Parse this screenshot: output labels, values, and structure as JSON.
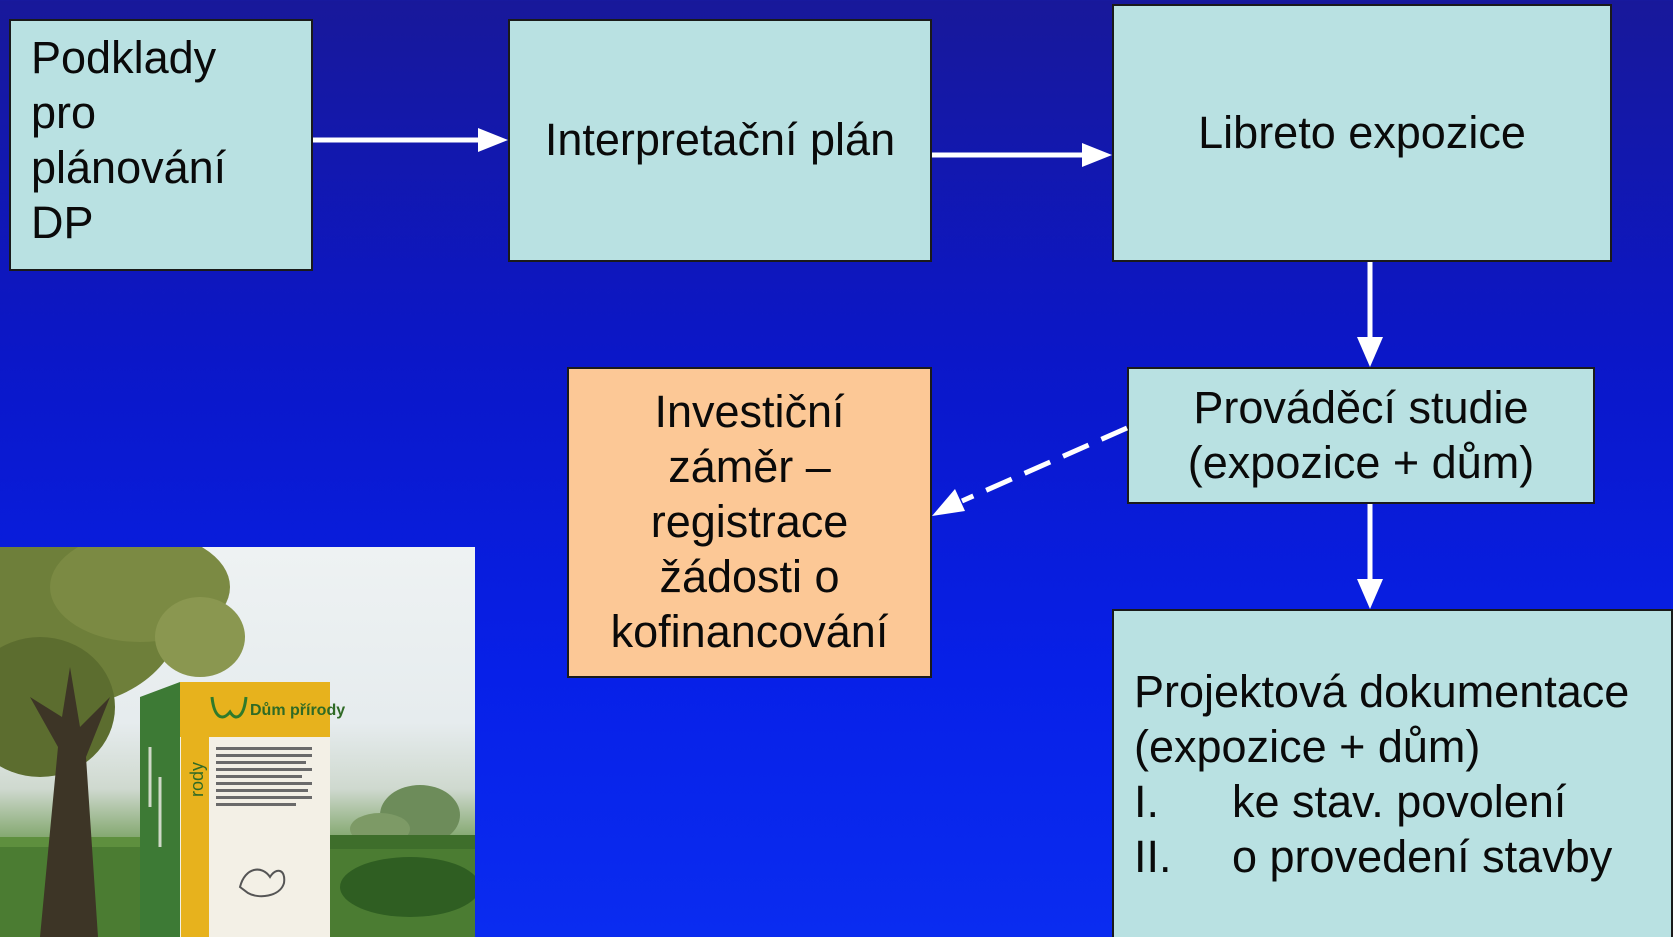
{
  "diagram": {
    "box_podklady": {
      "lines": [
        "Podklady",
        "pro",
        "plánování",
        "DP"
      ]
    },
    "box_interpretacni": {
      "label": "Interpretační plán"
    },
    "box_libreto": {
      "label": "Libreto expozice"
    },
    "box_provadeci": {
      "lines": [
        "Prováděcí studie",
        "(expozice + dům)"
      ]
    },
    "box_investicni": {
      "lines": [
        "Investiční",
        "záměr –",
        "registrace",
        "žádosti o",
        "kofinancování"
      ]
    },
    "box_projektova": {
      "lines": [
        "Projektová dokumentace",
        "(expozice + dům)"
      ],
      "list": [
        {
          "num": "I.",
          "text": "ke stav. povolení"
        },
        {
          "num": "II.",
          "text": "o provedení stavby"
        }
      ]
    }
  },
  "photo": {
    "sign_title": "Dům přírody",
    "sign_vertical": "rody"
  },
  "colors": {
    "box_fill": "#b9e1e2",
    "box_highlight": "#fcc896",
    "arrow": "#ffffff",
    "background": "#0b17c8"
  }
}
